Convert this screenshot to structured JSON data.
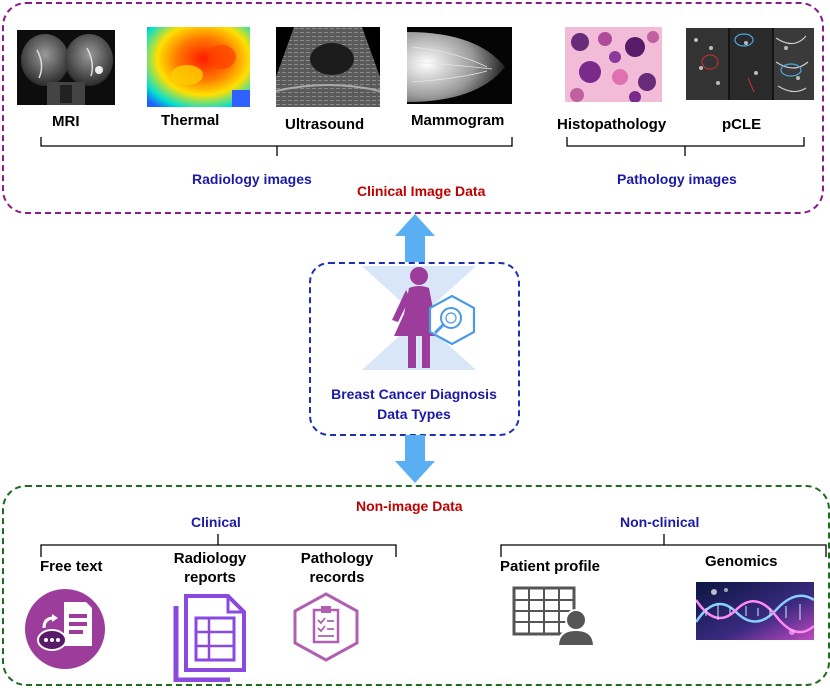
{
  "clinical_image": {
    "title": "Clinical Image Data",
    "radiology": {
      "group_label": "Radiology images",
      "items": [
        {
          "label": "MRI",
          "icon": "mri-scan-image"
        },
        {
          "label": "Thermal",
          "icon": "thermal-image"
        },
        {
          "label": "Ultrasound",
          "icon": "ultrasound-image"
        },
        {
          "label": "Mammogram",
          "icon": "mammogram-image"
        }
      ]
    },
    "pathology": {
      "group_label": "Pathology images",
      "items": [
        {
          "label": "Histopathology",
          "icon": "histopathology-image"
        },
        {
          "label": "pCLE",
          "icon": "pcle-image"
        }
      ]
    }
  },
  "center": {
    "title_line1": "Breast Cancer Diagnosis",
    "title_line2": "Data Types",
    "icon": "woman-with-magnifier-icon"
  },
  "non_image": {
    "title": "Non-image Data",
    "clinical": {
      "group_label": "Clinical",
      "items": [
        {
          "label": "Free text",
          "icon": "chat-document-icon"
        },
        {
          "label_line1": "Radiology",
          "label_line2": "reports",
          "icon": "report-document-icon"
        },
        {
          "label_line1": "Pathology",
          "label_line2": "records",
          "icon": "clipboard-hexagon-icon"
        }
      ]
    },
    "nonclinical": {
      "group_label": "Non-clinical",
      "items": [
        {
          "label": "Patient profile",
          "icon": "spreadsheet-user-icon"
        },
        {
          "label": "Genomics",
          "icon": "dna-image"
        }
      ]
    }
  },
  "colors": {
    "top_border": "#8b1a8b",
    "center_border": "#1f2fb3",
    "bottom_border": "#1d6b1d",
    "blue_text": "#1a1aa6",
    "red_text": "#c00000",
    "arrow": "#5aaef2",
    "woman": "#9c3d9c"
  }
}
